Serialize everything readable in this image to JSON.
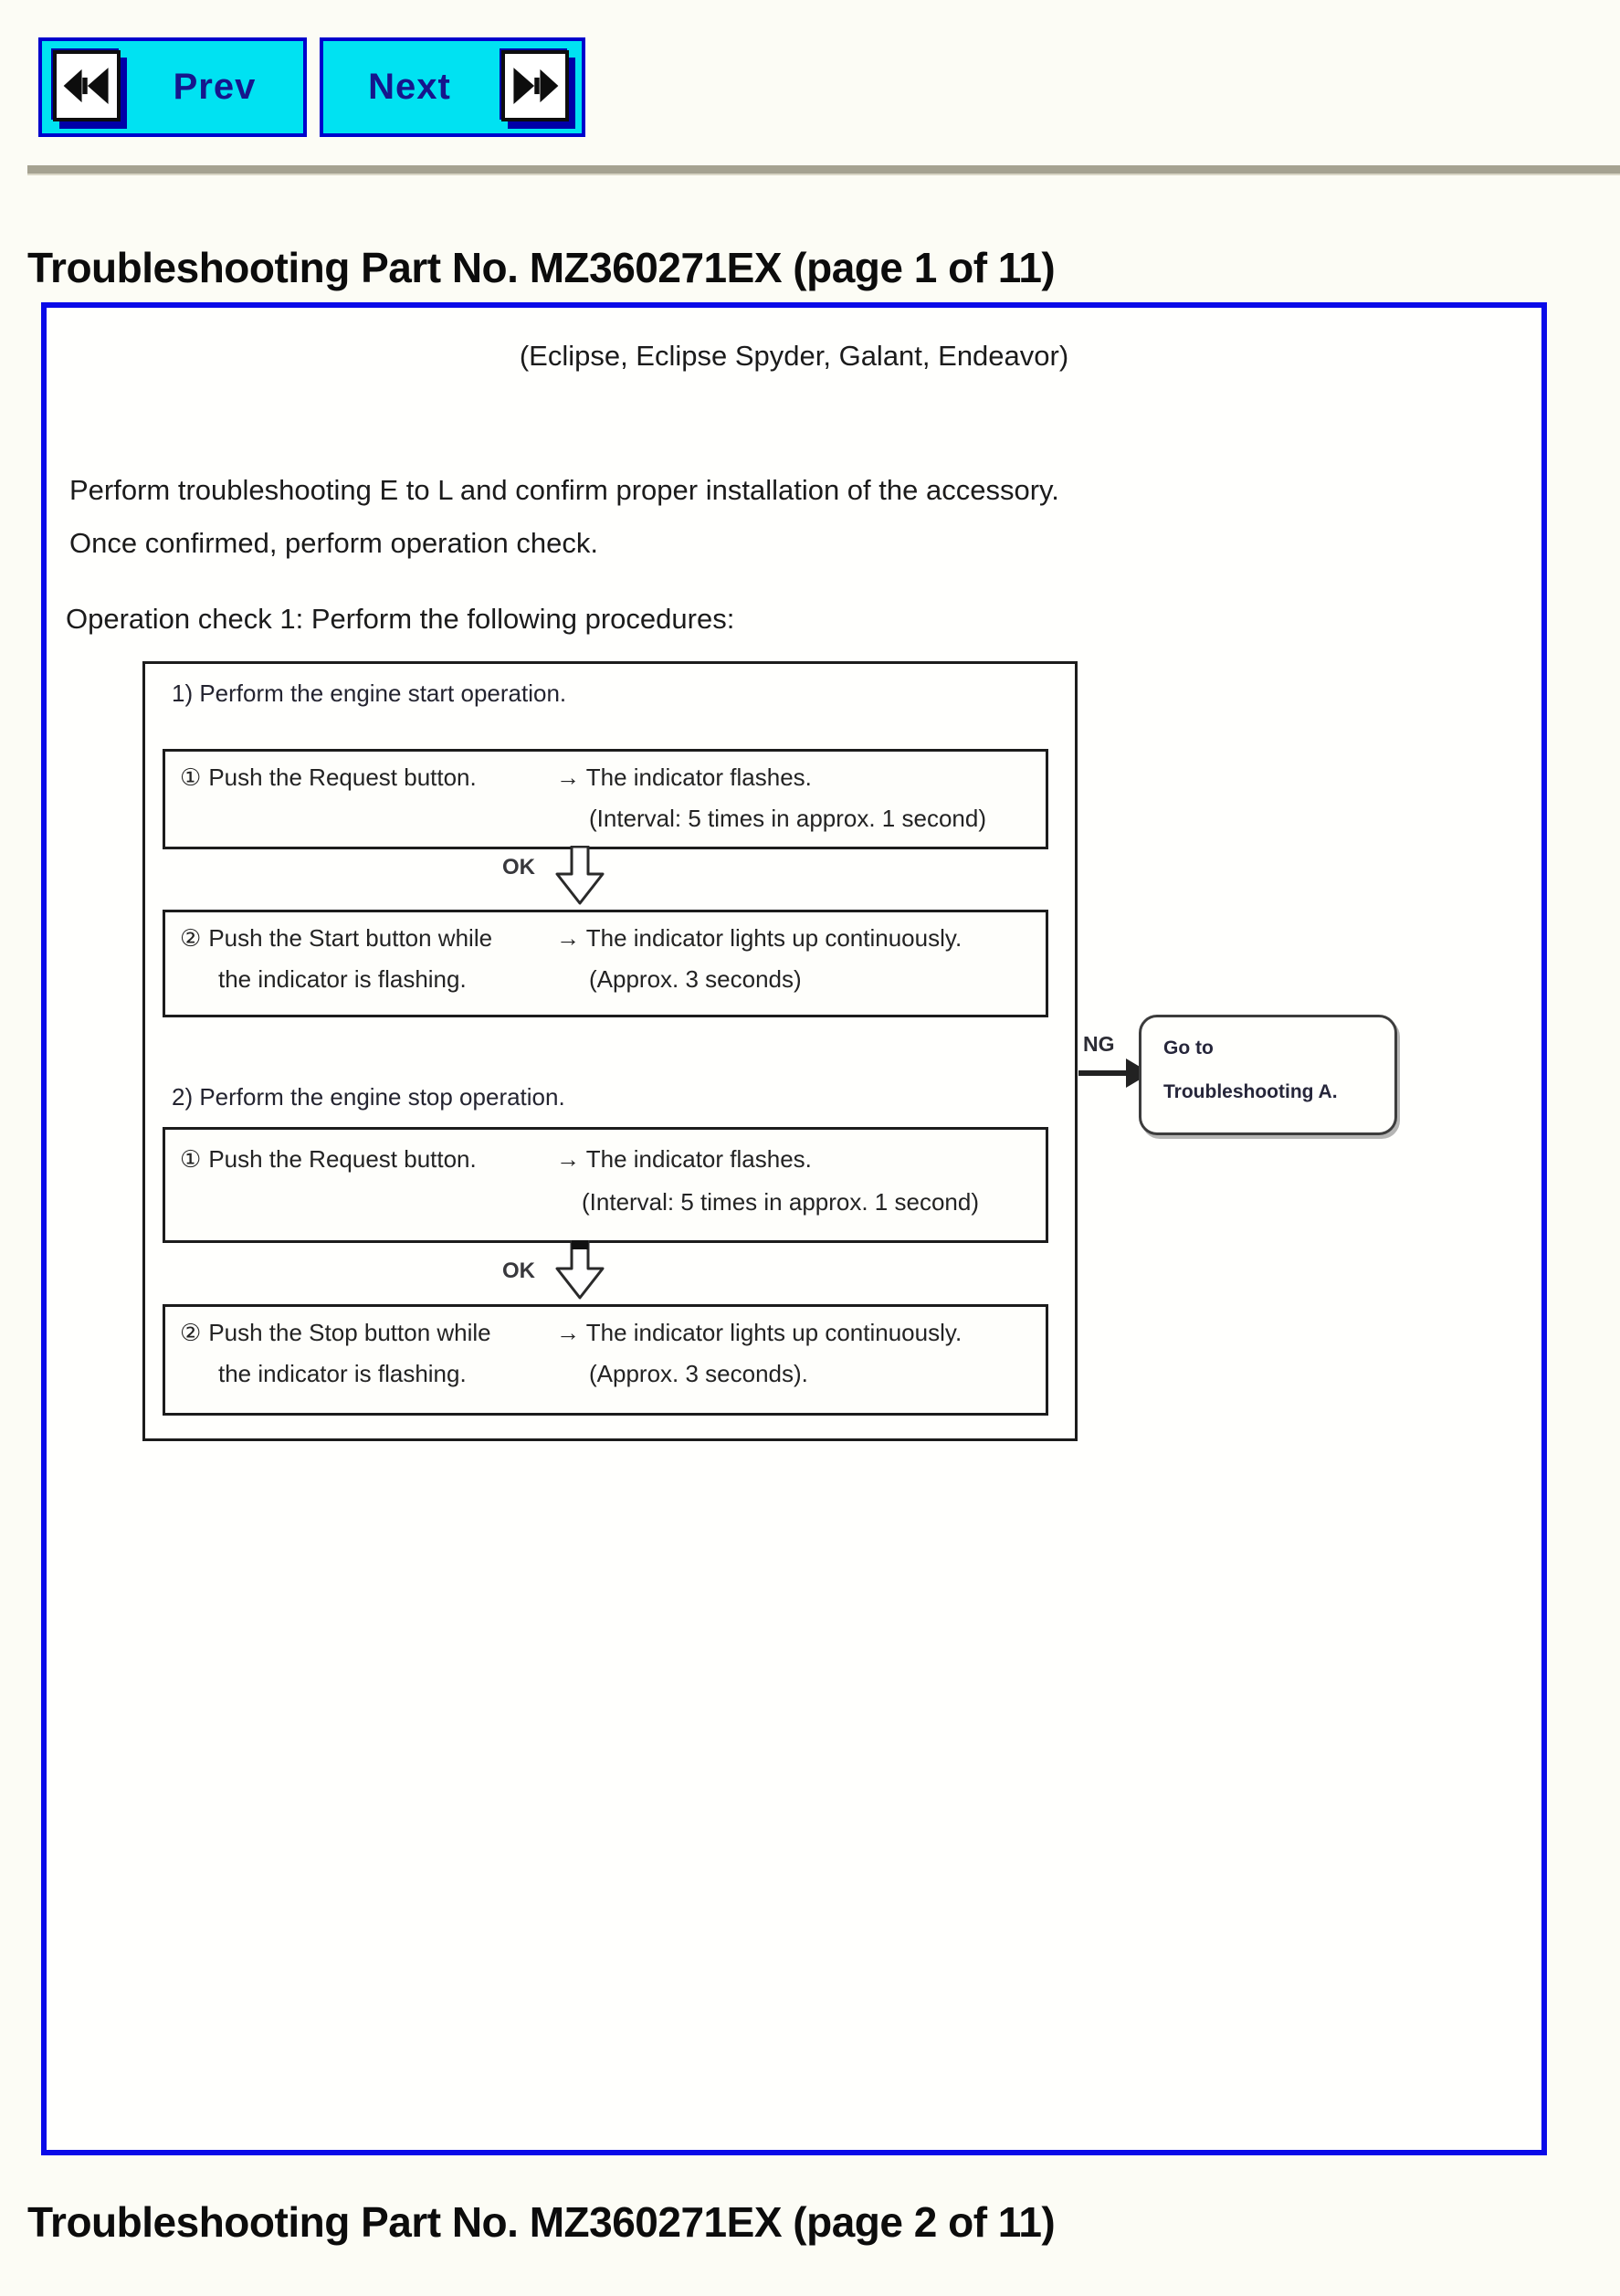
{
  "nav": {
    "prev_label": "Prev",
    "next_label": "Next"
  },
  "page1_title": "Troubleshooting Part No. MZ360271EX (page 1 of 11)",
  "page2_title": "Troubleshooting Part No. MZ360271EX (page 2 of 11)",
  "content": {
    "models_line": "(Eclipse, Eclipse Spyder, Galant, Endeavor)",
    "intro_line1": "Perform troubleshooting E to L and confirm proper installation of the accessory.",
    "intro_line2": "Once confirmed, perform operation check.",
    "operation_check_heading": "Operation check 1: Perform the following procedures:"
  },
  "flowchart": {
    "section1_heading": "1) Perform the engine start operation.",
    "section2_heading": "2) Perform the engine stop operation.",
    "step1": {
      "marker": "①",
      "action": "Push the Request button.",
      "result1": "→ The indicator flashes.",
      "result2": "(Interval: 5 times in approx. 1 second)"
    },
    "ok_label_1": "OK",
    "step2": {
      "marker": "②",
      "action1": "Push the Start button while",
      "action2": "the indicator is flashing.",
      "result1": "→ The indicator lights up continuously.",
      "result2": "(Approx. 3 seconds)"
    },
    "step3": {
      "marker": "①",
      "action": "Push the Request button.",
      "result1": "→ The indicator flashes.",
      "result2": "(Interval: 5 times in approx. 1 second)"
    },
    "ok_label_2": "OK",
    "step4": {
      "marker": "②",
      "action1": "Push the Stop button while",
      "action2": "the indicator is flashing.",
      "result1": "→ The indicator lights up continuously.",
      "result2": "(Approx. 3 seconds)."
    },
    "ng_label": "NG",
    "goto_line1": "Go to",
    "goto_line2": "Troubleshooting A."
  },
  "colors": {
    "accent_blue": "#0a0ae8",
    "button_cyan": "#00e2f2",
    "button_border": "#0000cc",
    "button_navy": "#0000a8",
    "button_text": "#16168c",
    "divider_tan": "#a5a291",
    "line": "#1c1c1c"
  }
}
